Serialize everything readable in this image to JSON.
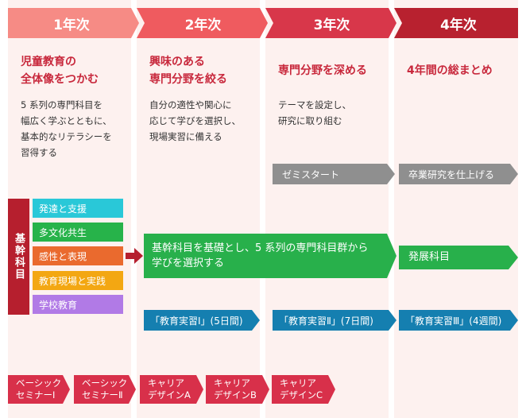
{
  "years": [
    {
      "label": "1年次",
      "color": "#f68b85"
    },
    {
      "label": "2年次",
      "color": "#ef5b5f"
    },
    {
      "label": "3年次",
      "color": "#d8374a"
    },
    {
      "label": "4年次",
      "color": "#b8212f"
    }
  ],
  "goals": {
    "y1": {
      "line1": "児童教育の",
      "line2": "全体像をつかむ"
    },
    "y2": {
      "line1": "興味のある",
      "line2": "専門分野を絞る"
    },
    "y3": {
      "line1": "専門分野を深める"
    },
    "y4": {
      "line1": "4年間の総まとめ"
    }
  },
  "descriptions": {
    "y1": [
      "5 系列の専門科目を",
      "幅広く学ぶとともに、",
      "基本的なリテラシーを",
      "習得する"
    ],
    "y2": [
      "自分の適性や関心に",
      "応じて学びを選択し、",
      "現場実習に備える"
    ],
    "y3": [
      "テーマを設定し、",
      "研究に取り組む"
    ]
  },
  "seminar_arrows": {
    "seminar_start": "ゼミスタート",
    "thesis": "卒業研究を仕上げる"
  },
  "core": {
    "label": "基幹科目",
    "subjects": [
      {
        "label": "発達と支援",
        "color": "#29c8d8"
      },
      {
        "label": "多文化共生",
        "color": "#27b34a"
      },
      {
        "label": "感性と表現",
        "color": "#ea6a2e"
      },
      {
        "label": "教育現場と実践",
        "color": "#f3a712"
      },
      {
        "label": "学校教育",
        "color": "#b17ae6"
      }
    ]
  },
  "core_arrow_text": {
    "line1": "基幹科目を基礎とし、5 系列の専門科目群から",
    "line2": "学びを選択する"
  },
  "advanced": "発展科目",
  "practicum": [
    "「教育実習Ⅰ」(5日間)",
    "「教育実習Ⅱ」(7日間)",
    "「教育実習Ⅲ」(4週間)"
  ],
  "seminars": [
    {
      "line1": "ベーシック",
      "line2": "セミナーⅠ"
    },
    {
      "line1": "ベーシック",
      "line2": "セミナーⅡ"
    },
    {
      "line1": "キャリア",
      "line2": "デザインA"
    },
    {
      "line1": "キャリア",
      "line2": "デザインB"
    },
    {
      "line1": "キャリア",
      "line2": "デザインC"
    }
  ]
}
